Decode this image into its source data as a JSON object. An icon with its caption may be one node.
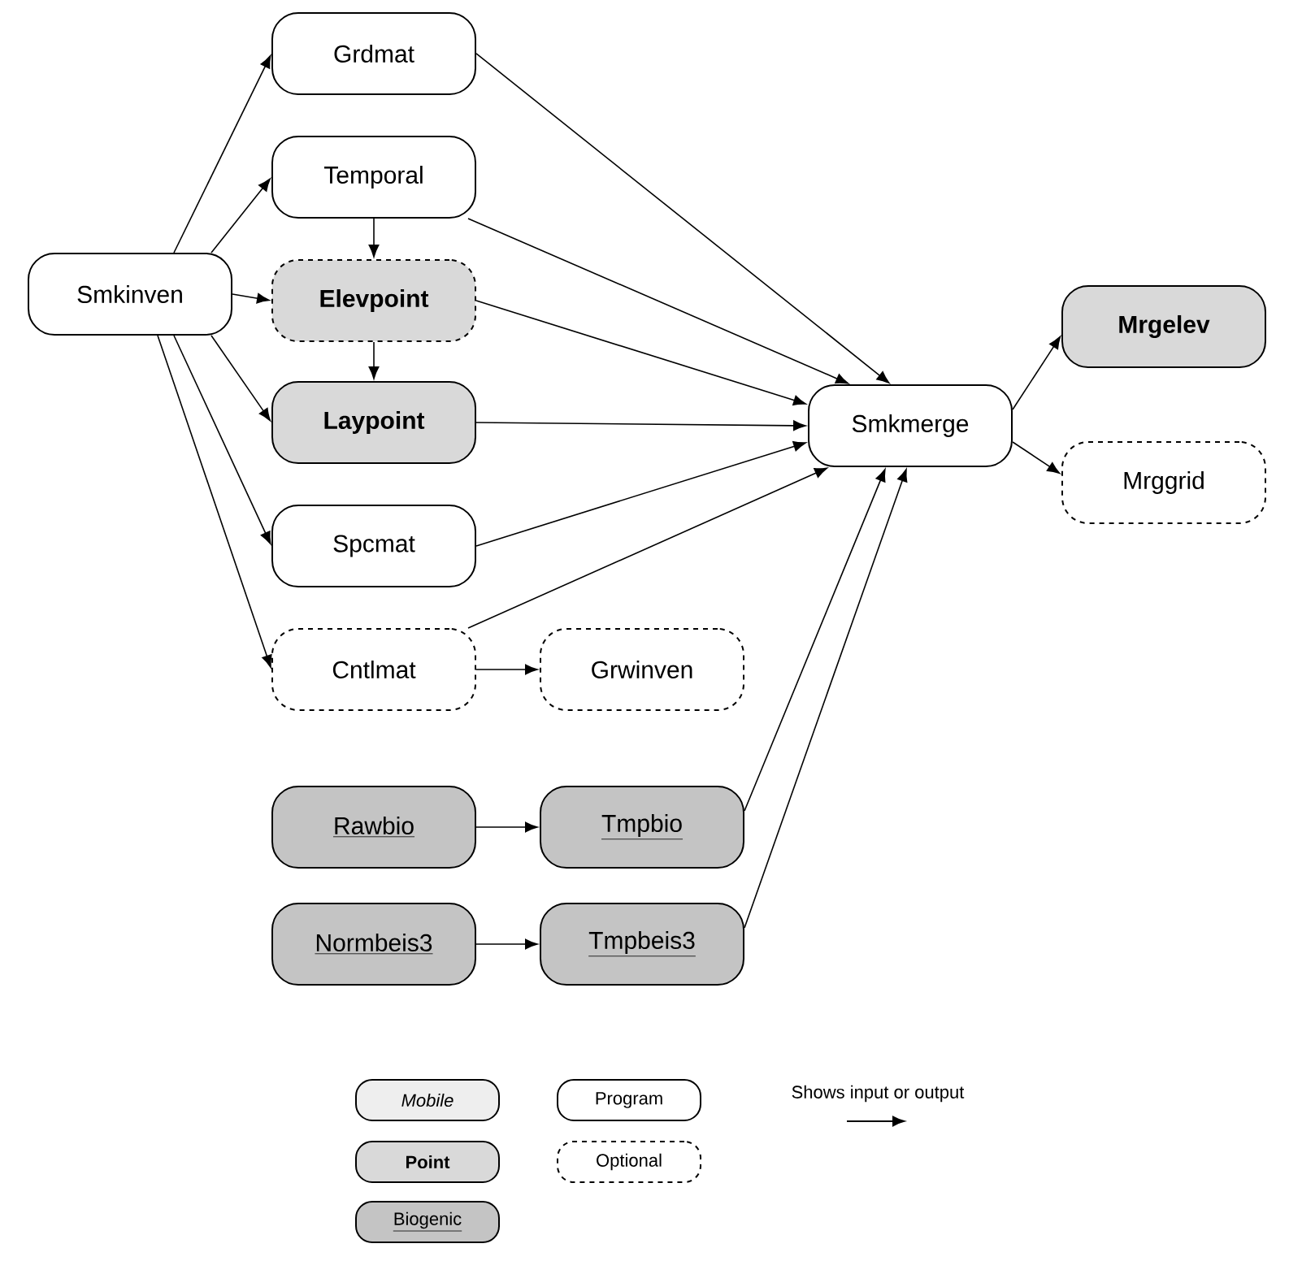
{
  "diagram": {
    "nodes": [
      {
        "text": [
          "Smkinven"
        ]
      },
      {
        "text": [
          "Grdmat"
        ]
      },
      {
        "text": [
          "Temporal"
        ]
      },
      {
        "text": [
          "Elevpoint"
        ]
      },
      {
        "text": [
          "Laypoint"
        ]
      },
      {
        "text": [
          "Spcmat"
        ]
      },
      {
        "text": [
          "Cntlmat"
        ]
      },
      {
        "text": [
          "Grwinven"
        ]
      },
      {
        "text": [
          "Smkmerge"
        ]
      },
      {
        "text": [
          "Mrgelev"
        ]
      },
      {
        "text": [
          "Mrggrid"
        ]
      },
      {
        "text": [
          "Rawbio"
        ]
      },
      {
        "text": [
          "Tmpbio"
        ]
      },
      {
        "text": [
          "Normbeis3"
        ]
      },
      {
        "text": [
          "Tmpbeis3"
        ]
      }
    ],
    "edges": [
      {
        "from": 0,
        "to": 1,
        "arrow": "to"
      },
      {
        "from": 0,
        "to": 2,
        "arrow": "to"
      },
      {
        "from": 0,
        "to": 3,
        "arrow": "to"
      },
      {
        "from": 0,
        "to": 4,
        "arrow": "to"
      },
      {
        "from": 0,
        "to": 5,
        "arrow": "to"
      },
      {
        "from": 0,
        "to": 6,
        "arrow": "to"
      },
      {
        "from": 2,
        "to": 3,
        "arrow": "to"
      },
      {
        "from": 3,
        "to": 4,
        "arrow": "to"
      },
      {
        "from": 1,
        "to": 8,
        "arrow": "to"
      },
      {
        "from": 2,
        "to": 8,
        "arrow": "to"
      },
      {
        "from": 3,
        "to": 8,
        "arrow": "to"
      },
      {
        "from": 4,
        "to": 8,
        "arrow": "to"
      },
      {
        "from": 5,
        "to": 8,
        "arrow": "to"
      },
      {
        "from": 6,
        "to": 8,
        "arrow": "to"
      },
      {
        "from": 6,
        "to": 7,
        "arrow": "to"
      },
      {
        "from": 8,
        "to": 9,
        "arrow": "to"
      },
      {
        "from": 8,
        "to": 10,
        "arrow": "to"
      },
      {
        "from": 11,
        "to": 12,
        "arrow": "to"
      },
      {
        "from": 13,
        "to": 14,
        "arrow": "to"
      },
      {
        "from": 12,
        "to": 8,
        "arrow": "to"
      },
      {
        "from": 14,
        "to": 8,
        "arrow": "to"
      }
    ],
    "legend": [
      {
        "text": "Mobile",
        "color": "#eeeeee"
      },
      {
        "text": "Point",
        "color": "#d9d9d9"
      },
      {
        "text": "Biogenic",
        "color": "#c4c4c4"
      },
      {
        "text": "Program"
      },
      {
        "text": "Optional"
      },
      {
        "text": "Shows input or output"
      }
    ]
  }
}
